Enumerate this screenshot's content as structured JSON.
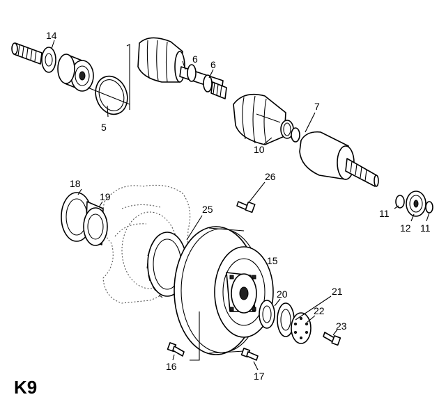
{
  "figure": {
    "plate_label": "K9",
    "callouts": [
      "14",
      "6",
      "6",
      "5",
      "7",
      "10",
      "18",
      "19",
      "26",
      "25",
      "11",
      "12",
      "11",
      "15",
      "20",
      "21",
      "22",
      "23",
      "16",
      "17"
    ]
  }
}
